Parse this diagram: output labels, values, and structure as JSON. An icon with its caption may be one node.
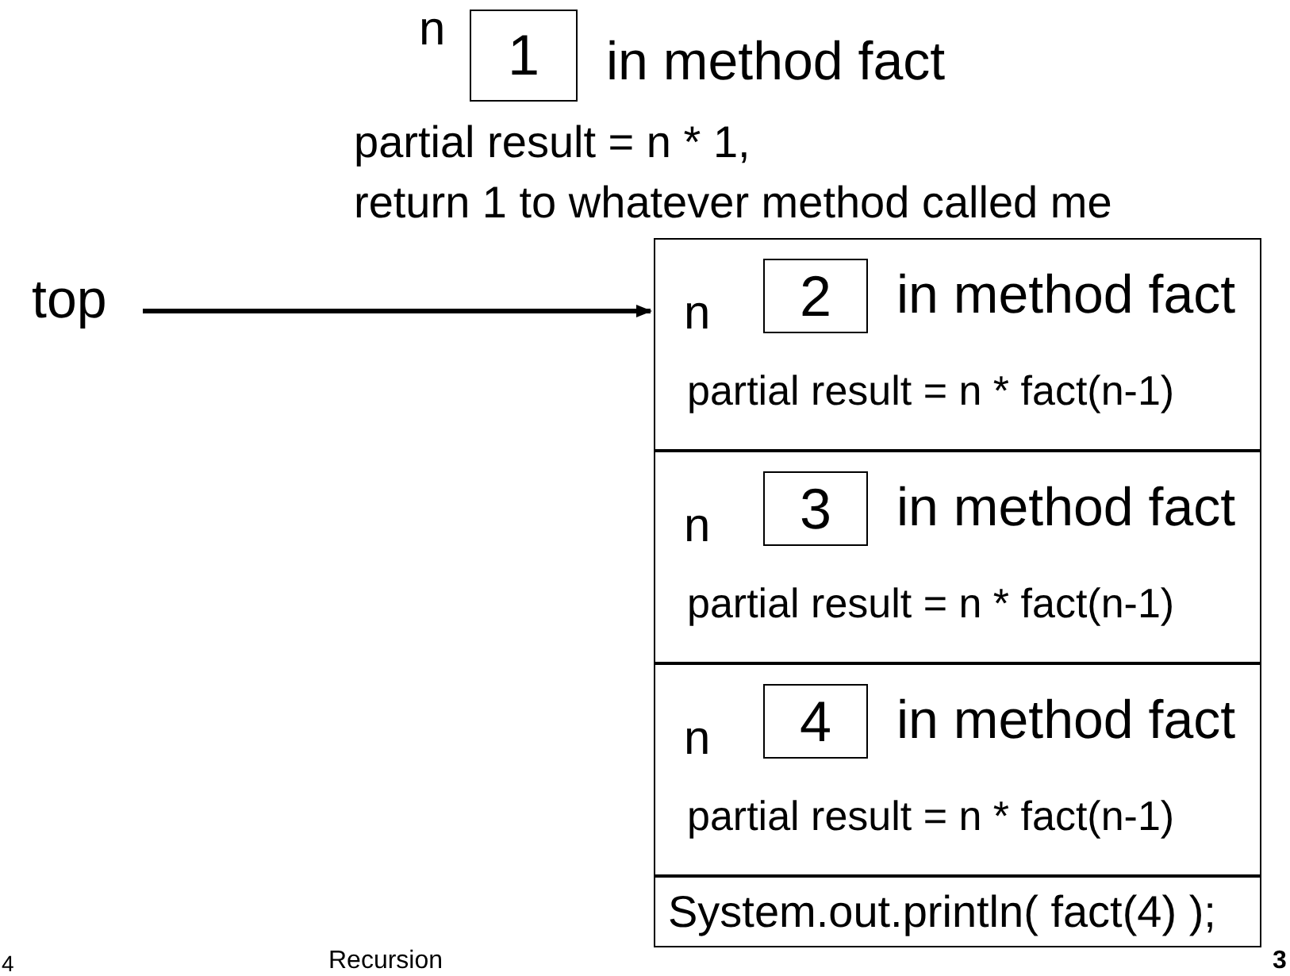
{
  "diagram": {
    "nodes": [
      {
        "text": [
          "1"
        ],
        "beside": [
          "n",
          "in method fact"
        ]
      },
      {
        "text": [
          "n",
          "in method fact",
          "partial result = n * fact(n-1)"
        ]
      },
      {
        "text": [
          "2"
        ],
        "in": 1
      },
      {
        "text": [
          "n",
          "in method fact",
          "partial result = n * fact(n-1)"
        ]
      },
      {
        "text": [
          "3"
        ],
        "in": 3
      },
      {
        "text": [
          "n",
          "in method fact",
          "partial result = n * fact(n-1)"
        ]
      },
      {
        "text": [
          "4"
        ],
        "in": 5
      },
      {
        "text": [
          "System.out.println( fact(4) );"
        ]
      },
      {
        "text": [
          "top"
        ]
      }
    ],
    "edges": [
      {
        "from": 8,
        "to": 1,
        "arrow": "to"
      }
    ],
    "labels": [
      "partial result = n * 1,",
      "return 1 to whatever method called me",
      "4",
      "Recursion",
      "3"
    ]
  }
}
